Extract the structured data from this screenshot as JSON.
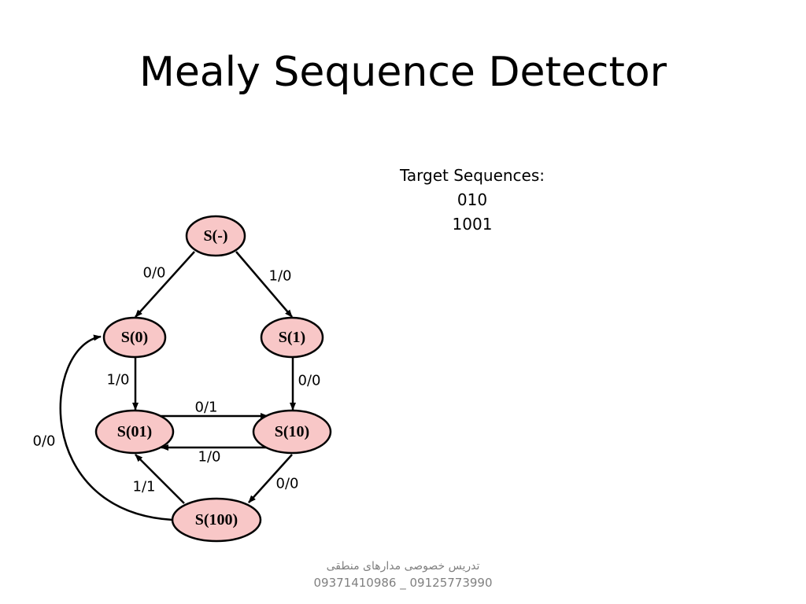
{
  "slide": {
    "title": "Mealy Sequence Detector",
    "targets": {
      "heading": "Target Sequences:",
      "sequences": [
        "010",
        "1001"
      ]
    }
  },
  "diagram": {
    "colors": {
      "state_fill": "#f8c7c7",
      "stroke": "#000000"
    },
    "states": {
      "s_start": "S(-)",
      "s_0": "S(0)",
      "s_1": "S(1)",
      "s_01": "S(01)",
      "s_10": "S(10)",
      "s_100": "S(100)"
    },
    "transitions": {
      "start_to_0": "0/0",
      "start_to_1": "1/0",
      "s0_to_01": "1/0",
      "s1_to_10": "0/0",
      "s01_to_10": "0/1",
      "s10_to_01": "1/0",
      "s10_to_100": "0/0",
      "s100_to_01": "1/1",
      "s100_to_0": "0/0"
    }
  },
  "footer": {
    "persian_text": "تدریس  خصوصی مدارهای منطقی",
    "phones": "09371410986 _ 09125773990"
  }
}
